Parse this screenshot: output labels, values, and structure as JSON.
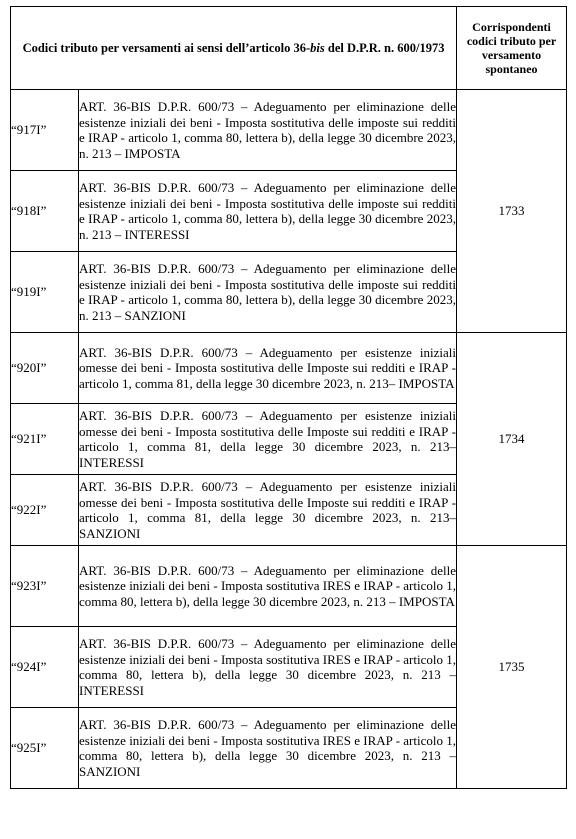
{
  "header": {
    "title_prefix": "Codici tributo per versamenti ai sensi dell’articolo 36-",
    "title_italic": "bis",
    "title_suffix": " del D.P.R. n. 600/1973",
    "side_title": "Corrispondenti codici tributo per versamento spontaneo"
  },
  "groups": [
    {
      "spontaneous_code": "1733",
      "rows": [
        {
          "code": "“917I”",
          "description": "ART. 36-BIS D.P.R. 600/73 – Adeguamento per eliminazione delle esistenze iniziali dei beni - Imposta sostitutiva delle imposte sui redditi e IRAP - articolo 1, comma 80, lettera b), della legge 30 dicembre 2023, n. 213 – IMPOSTA"
        },
        {
          "code": "“918I”",
          "description": "ART. 36-BIS D.P.R. 600/73 – Adeguamento per eliminazione delle esistenze iniziali dei beni - Imposta sostitutiva delle imposte sui redditi e IRAP - articolo 1, comma 80, lettera b), della legge 30 dicembre 2023, n. 213 – INTERESSI"
        },
        {
          "code": "“919I”",
          "description": "ART. 36-BIS D.P.R. 600/73 – Adeguamento per eliminazione delle esistenze iniziali dei beni - Imposta sostitutiva delle imposte sui redditi e IRAP - articolo 1, comma 80, lettera b), della legge 30 dicembre 2023, n. 213 – SANZIONI"
        }
      ]
    },
    {
      "spontaneous_code": "1734",
      "rows": [
        {
          "code": "“920I”",
          "description": "ART. 36-BIS D.P.R. 600/73 – Adeguamento per esistenze iniziali omesse dei beni - Imposta sostitutiva delle Imposte sui redditi e IRAP - articolo 1, comma 81, della legge 30 dicembre 2023, n. 213– IMPOSTA"
        },
        {
          "code": "“921I”",
          "description": "ART. 36-BIS D.P.R. 600/73 – Adeguamento per esistenze iniziali omesse dei beni - Imposta sostitutiva delle Imposte sui redditi e IRAP - articolo 1, comma 81, della legge 30 dicembre 2023, n. 213– INTERESSI"
        },
        {
          "code": "“922I”",
          "description": "ART. 36-BIS D.P.R. 600/73 – Adeguamento per esistenze iniziali omesse dei beni - Imposta sostitutiva delle Imposte sui redditi e IRAP - articolo 1, comma 81, della legge 30 dicembre 2023, n. 213– SANZIONI"
        }
      ]
    },
    {
      "spontaneous_code": "1735",
      "rows": [
        {
          "code": "“923I”",
          "description": "ART. 36-BIS D.P.R. 600/73 – Adeguamento per eliminazione delle esistenze iniziali dei beni - Imposta sostitutiva IRES e IRAP - articolo 1, comma 80, lettera b), della legge 30 dicembre 2023, n. 213 – IMPOSTA"
        },
        {
          "code": "“924I”",
          "description": "ART. 36-BIS D.P.R. 600/73 – Adeguamento per eliminazione delle esistenze iniziali dei beni - Imposta sostitutiva IRES e IRAP - articolo 1, comma 80, lettera b), della legge 30 dicembre 2023, n. 213 – INTERESSI"
        },
        {
          "code": "“925I”",
          "description": "ART. 36-BIS D.P.R. 600/73 – Adeguamento per eliminazione delle esistenze iniziali dei beni - Imposta sostitutiva IRES e IRAP - articolo 1, comma 80, lettera b), della legge 30 dicembre 2023, n. 213 – SANZIONI"
        }
      ]
    }
  ]
}
